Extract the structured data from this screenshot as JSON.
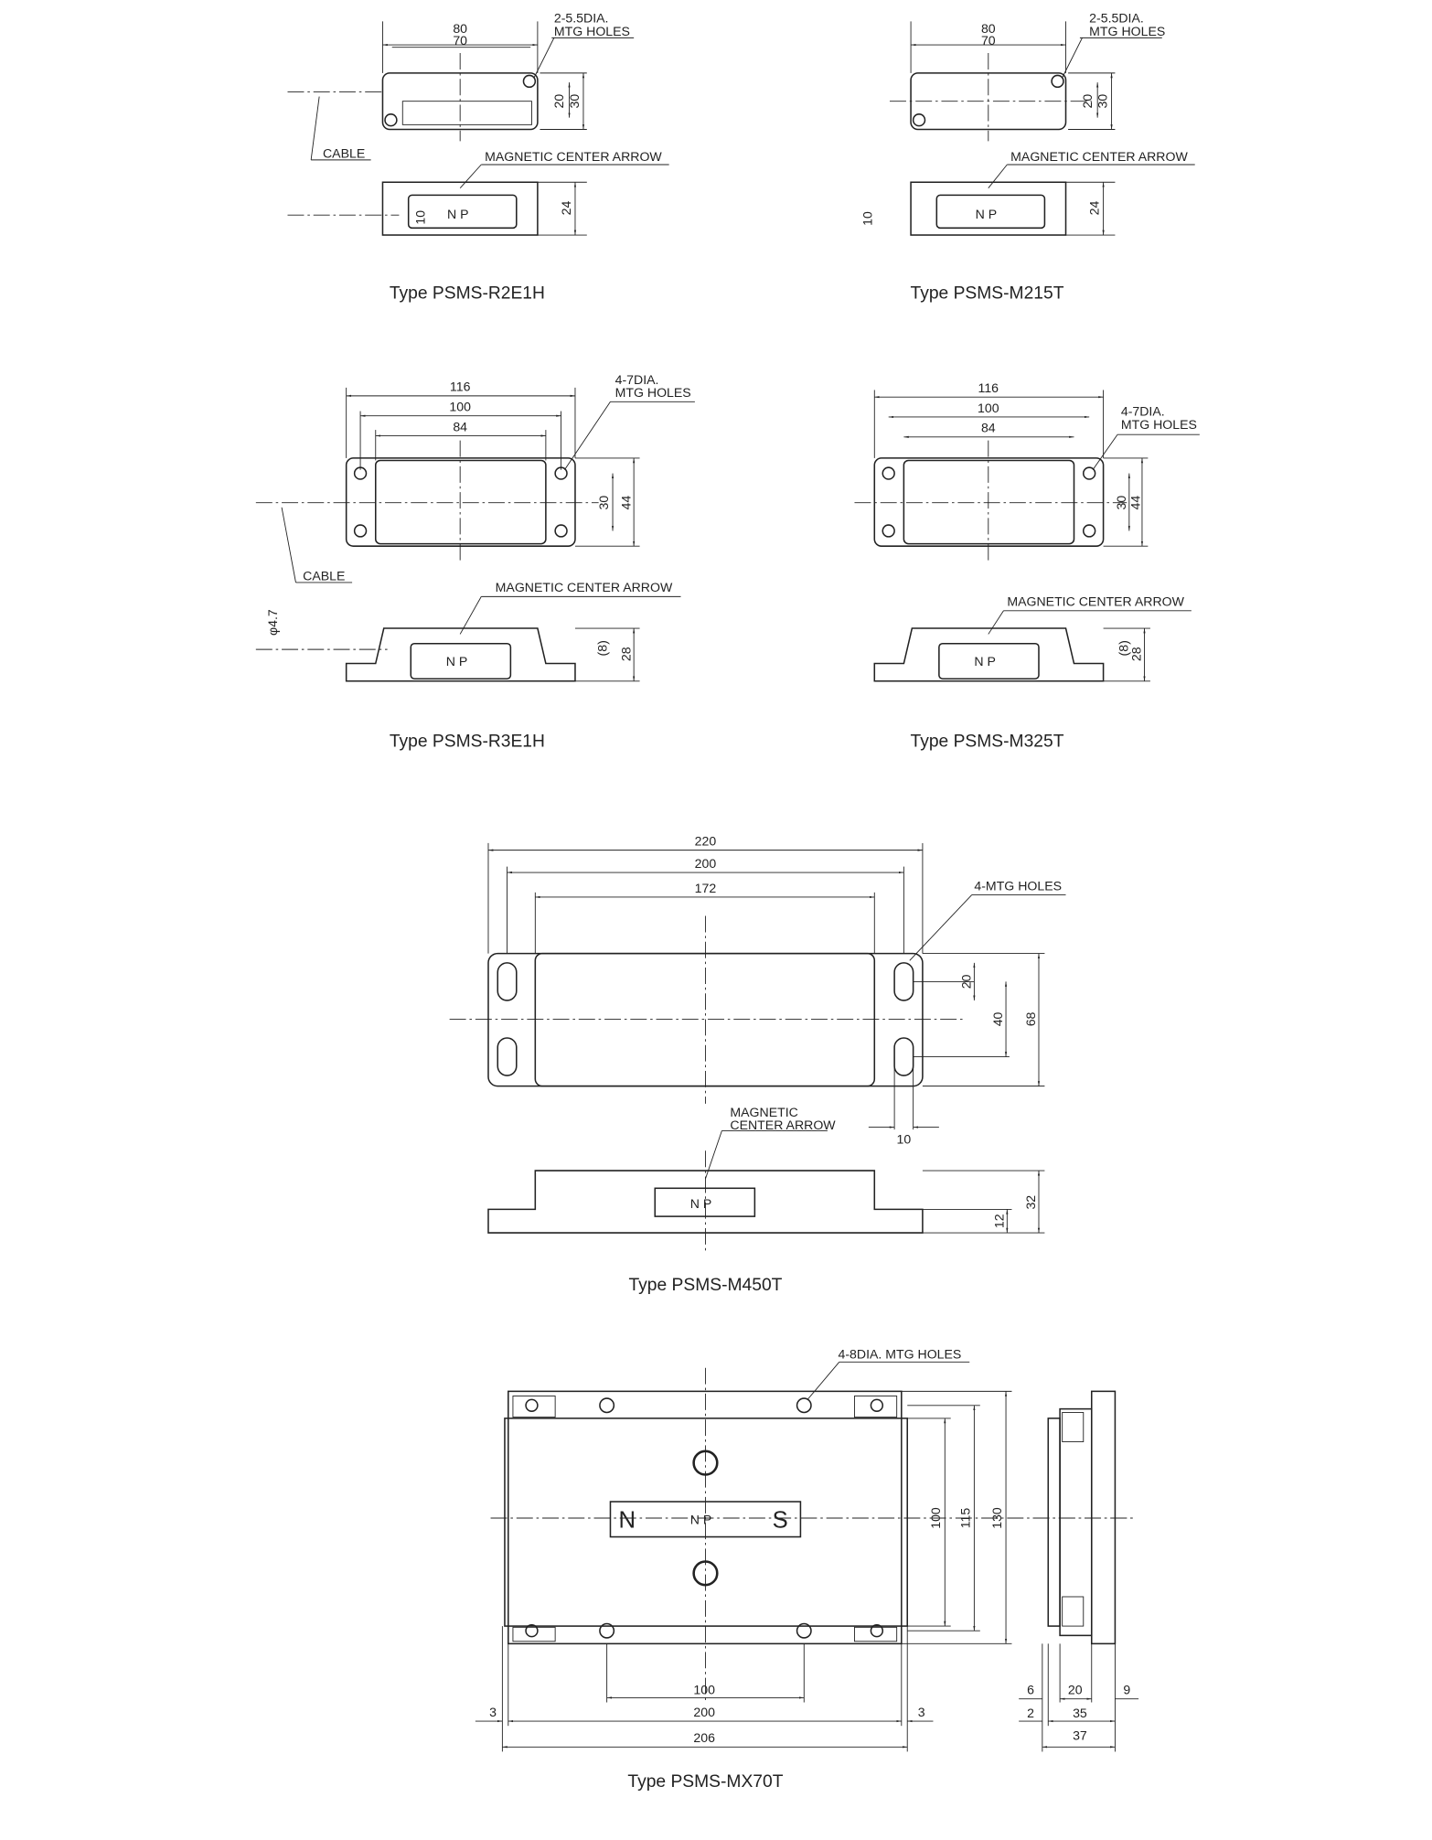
{
  "drawings": [
    {
      "title": "Type PSMS-R2E1H",
      "dims": {
        "w_outer": "80",
        "w_inner": "70",
        "h_inner": "20",
        "h_outer": "30",
        "height": "24",
        "offset": "10"
      },
      "hole_label_1": "2-5.5DIA.",
      "hole_label_2": "MTG HOLES",
      "cable_label": "CABLE",
      "arrow_label": "MAGNETIC CENTER ARROW",
      "np": "N P"
    },
    {
      "title": "Type PSMS-M215T",
      "dims": {
        "w_outer": "80",
        "w_inner": "70",
        "h_inner": "20",
        "h_outer": "30",
        "height": "24",
        "offset": "10"
      },
      "hole_label_1": "2-5.5DIA.",
      "hole_label_2": "MTG HOLES",
      "arrow_label": "MAGNETIC CENTER ARROW",
      "np": "N P"
    },
    {
      "title": "Type PSMS-R3E1H",
      "dims": {
        "w_outer": "116",
        "w_mid": "100",
        "w_inner": "84",
        "h_inner": "30",
        "h_outer": "44",
        "height": "28",
        "upper": "(8)",
        "cable_dia": "φ4.7"
      },
      "hole_label_1": "4-7DIA.",
      "hole_label_2": "MTG HOLES",
      "cable_label": "CABLE",
      "arrow_label": "MAGNETIC CENTER ARROW",
      "np": "N P"
    },
    {
      "title": "Type PSMS-M325T",
      "dims": {
        "w_outer": "116",
        "w_mid": "100",
        "w_inner": "84",
        "h_inner": "30",
        "h_outer": "44",
        "height": "28",
        "upper": "(8)"
      },
      "hole_label_1": "4-7DIA.",
      "hole_label_2": "MTG HOLES",
      "arrow_label": "MAGNETIC CENTER ARROW",
      "np": "N P"
    },
    {
      "title": "Type PSMS-M450T",
      "dims": {
        "w_outer": "220",
        "w_mid": "200",
        "w_inner": "172",
        "h_inner": "20",
        "h_mid": "40",
        "h_outer": "68",
        "slot": "10",
        "base": "12",
        "height": "32"
      },
      "hole_label": "4-MTG HOLES",
      "arrow_label_1": "MAGNETIC",
      "arrow_label_2": "CENTER ARROW",
      "np": "N P"
    },
    {
      "title": "Type PSMS-MX70T",
      "dims": {
        "h_inner": "100",
        "h_mid": "115",
        "h_outer": "130",
        "hole_pitch": "100",
        "w_body": "200",
        "w_total": "206",
        "margin_left": "3",
        "margin_right": "3",
        "s6": "6",
        "s20": "20",
        "s9": "9",
        "s2": "2",
        "s35": "35",
        "s37": "37"
      },
      "hole_label": "4-8DIA. MTG HOLES",
      "pole_n": "N",
      "pole_s": "S",
      "np": "N P"
    }
  ]
}
